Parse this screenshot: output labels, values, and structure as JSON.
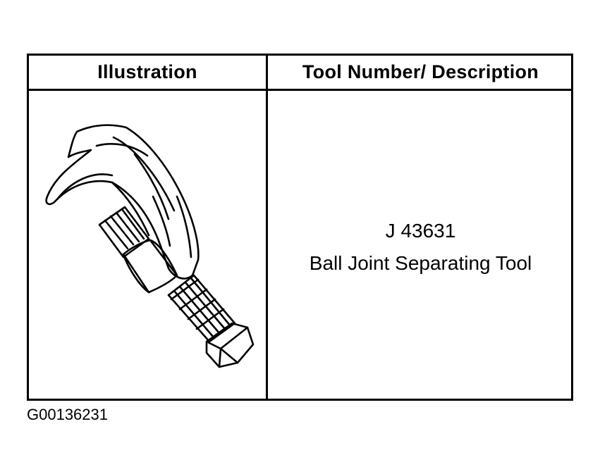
{
  "table": {
    "headers": {
      "illustration": "Illustration",
      "description": "Tool Number/ Description"
    },
    "rows": [
      {
        "illustration_icon": "ball-joint-separator-icon",
        "tool_number": "J 43631",
        "tool_name": "Ball Joint Separating Tool"
      }
    ]
  },
  "figure_id": "G00136231",
  "colors": {
    "ink": "#000000",
    "paper": "#ffffff"
  }
}
